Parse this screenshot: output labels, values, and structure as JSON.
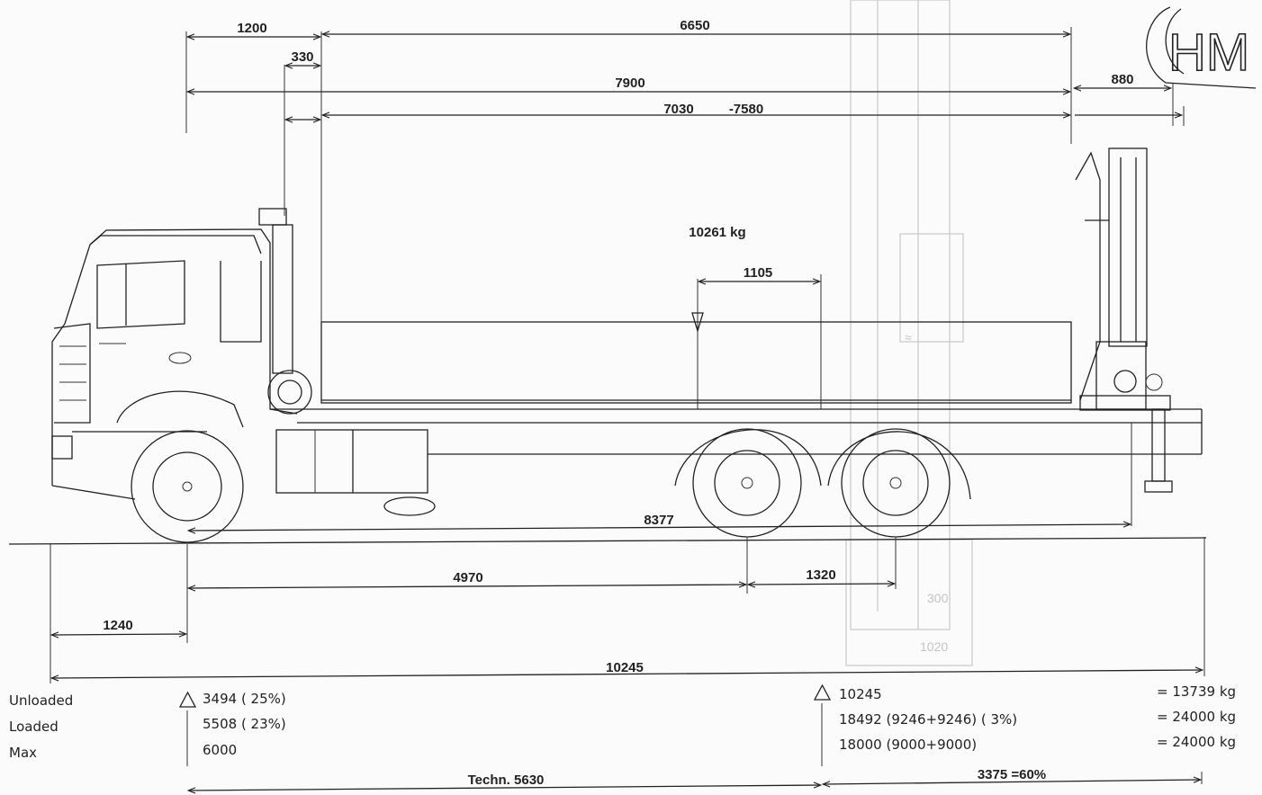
{
  "dimensions": {
    "d1200": "1200",
    "d6650": "6650",
    "d330": "330",
    "d7900": "7900",
    "d880": "880",
    "d7030": "7030",
    "d7580": "-7580",
    "d1105": "1105",
    "d8377": "8377",
    "d4970": "4970",
    "d1320": "1320",
    "d1240": "1240",
    "d10245": "10245",
    "techn": "Techn. 5630",
    "rear_pct": "3375 =60%"
  },
  "payload_label": "10261 kg",
  "logo_text": "HM",
  "load_table": {
    "labels": {
      "unloaded": "Unloaded",
      "loaded": "Loaded",
      "max": "Max"
    },
    "front": {
      "unloaded": "3494 ( 25%)",
      "loaded": "5508 ( 23%)",
      "max": "6000"
    },
    "rear": {
      "unloaded": "10245",
      "loaded": "18492 (9246+9246)  ( 3%)",
      "max": "18000 (9000+9000)"
    },
    "total": {
      "unloaded": "=  13739 kg",
      "loaded": "=  24000 kg",
      "max": "=  24000 kg"
    }
  },
  "colors": {
    "line": "#222222",
    "ghost": "#c9c9c9",
    "paper": "#fbfbfb"
  }
}
